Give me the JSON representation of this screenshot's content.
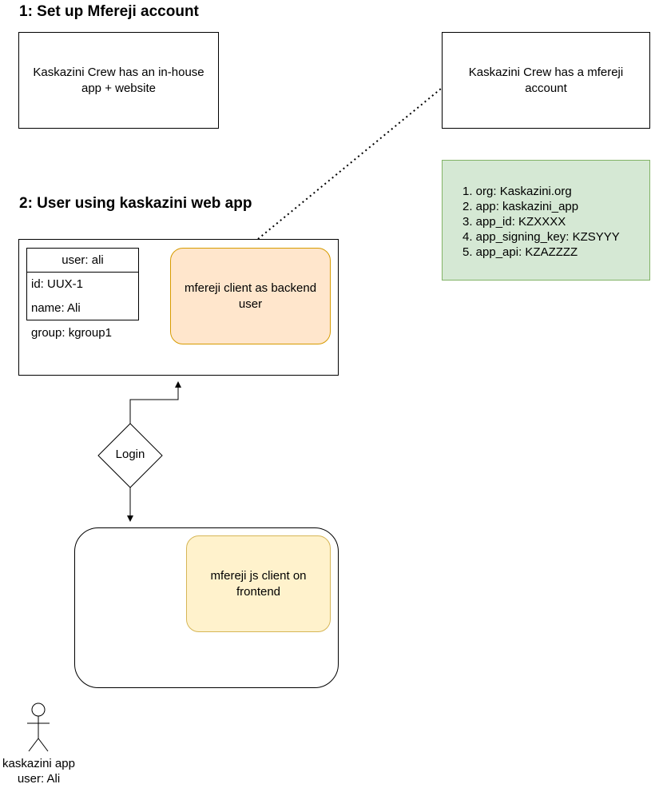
{
  "section1": {
    "title": "1: Set up Mfereji account"
  },
  "section2": {
    "title": "2: User using kaskazini web app"
  },
  "boxes": {
    "in_house_app": "Kaskazini Crew has an in-house app + website",
    "mfereji_account": "Kaskazini Crew has a mfereji account"
  },
  "account_details": {
    "items": [
      "1. org: Kaskazini.org",
      "2. app: kaskazini_app",
      "3. app_id: KZXXXX",
      "4. app_signing_key: KZSYYY",
      "5. app_api: KZAZZZZ"
    ]
  },
  "user_card": {
    "header": "user: ali",
    "id": "id: UUX-1",
    "name": "name: Ali",
    "group": "group: kgroup1"
  },
  "backend_client": "mfereji client as backend user",
  "decision": "Login",
  "frontend_client": "mfereji js client on frontend",
  "actor": {
    "label": "kaskazini app user: Ali"
  },
  "colors": {
    "green_fill": "#d5e8d4",
    "green_stroke": "#82b366",
    "orange_fill": "#ffe6cc",
    "orange_stroke": "#d79b00",
    "yellow_fill": "#fff2cc",
    "yellow_stroke": "#d6b656"
  }
}
